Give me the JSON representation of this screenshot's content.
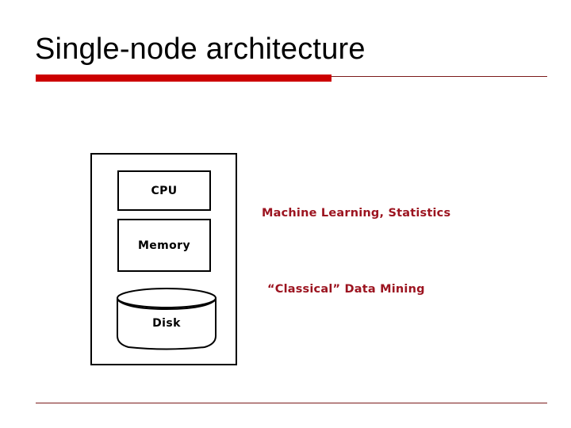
{
  "slide": {
    "title": "Single-node architecture",
    "accent_color": "#cc0000",
    "rule_color": "#7b1a1a",
    "annotation_color": "#9c1420",
    "background": "#ffffff"
  },
  "diagram": {
    "name": "single-node-architecture-diagram",
    "node_container_label": "",
    "units": [
      {
        "id": "cpu",
        "label": "CPU",
        "shape": "rectangle"
      },
      {
        "id": "memory",
        "label": "Memory",
        "shape": "rectangle"
      },
      {
        "id": "disk",
        "label": "Disk",
        "shape": "cylinder"
      }
    ]
  },
  "annotations": [
    {
      "id": "machine-learning",
      "text": "Machine Learning, Statistics"
    },
    {
      "id": "data-mining",
      "text": "“Classical” Data Mining"
    }
  ]
}
